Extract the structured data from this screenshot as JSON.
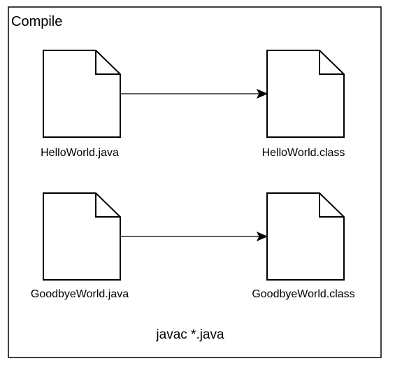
{
  "title": "Compile",
  "command": "javac *.java",
  "files": {
    "source1": "HelloWorld.java",
    "target1": "HelloWorld.class",
    "source2": "GoodbyeWorld.java",
    "target2": "GoodbyeWorld.class"
  }
}
